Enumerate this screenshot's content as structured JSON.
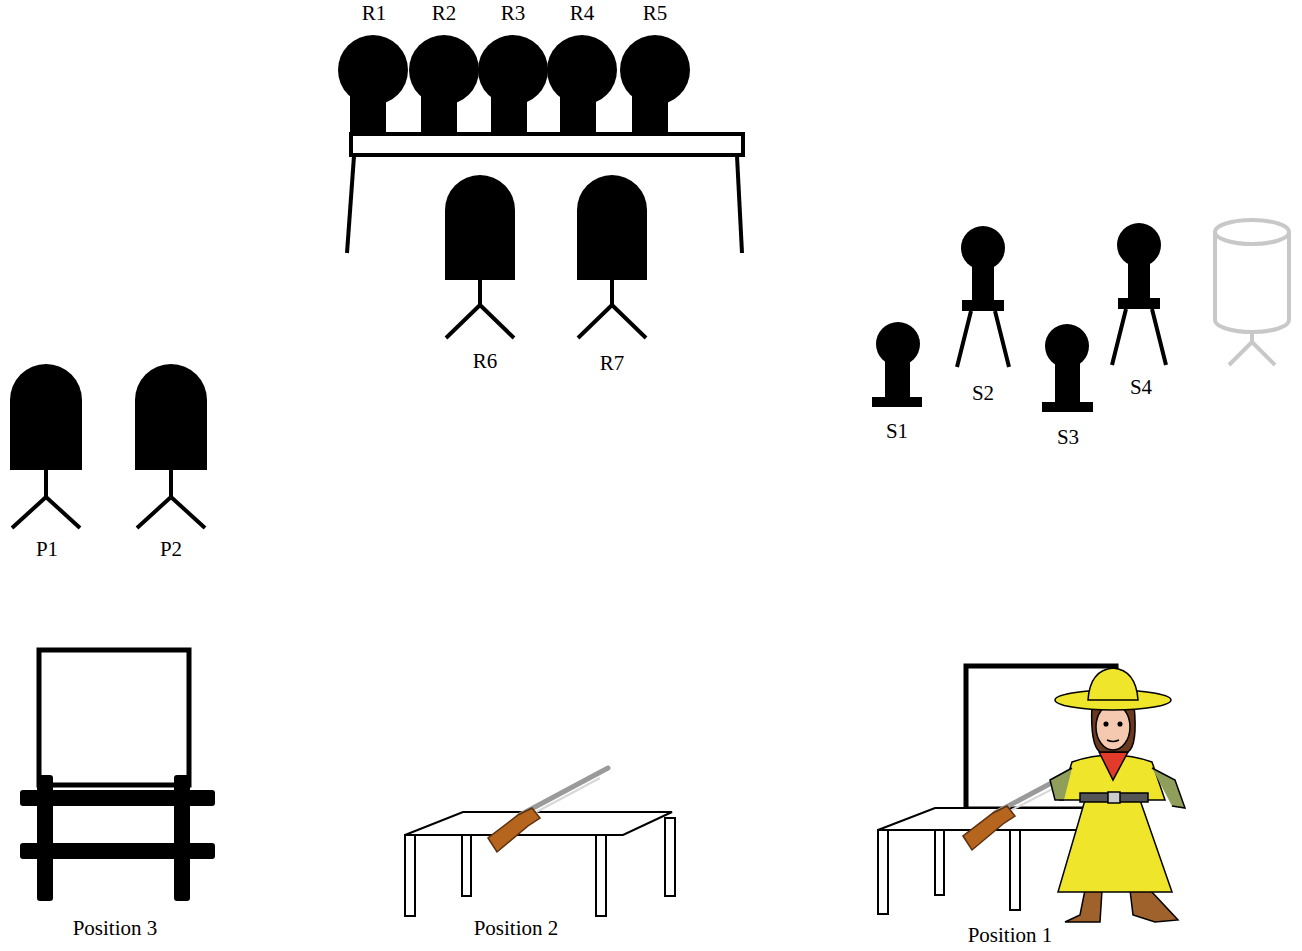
{
  "diagram": {
    "labels": [
      "R1",
      "R2",
      "R3",
      "R4",
      "R5",
      "R6",
      "R7",
      "S1",
      "S2",
      "S3",
      "S4",
      "P1",
      "P2",
      "Position 3",
      "Position 2",
      "Position 1"
    ]
  }
}
